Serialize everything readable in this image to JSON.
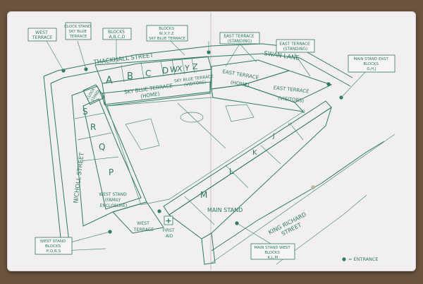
{
  "colors": {
    "ink": "#2f7a66",
    "paper": "#f1efef",
    "background": "#6b5540"
  },
  "callouts": {
    "west_terrace": [
      "WEST",
      "TERRACE"
    ],
    "clock_stand_sky_blue_terrace": [
      "CLOCK STAND",
      "SKY BLUE",
      "TERRACE"
    ],
    "blocks_abcd": [
      "BLOCKS",
      "A,B,C,D"
    ],
    "blocks_wxyz": [
      "BLOCKS",
      "W,X,Y,Z",
      "SKY BLUE TERRACE"
    ],
    "east_terrace_standing_top": [
      "EAST TERRACE",
      "(STANDING)"
    ],
    "east_terrace_standing_right": [
      "EAST TERRACE",
      "(STANDING)"
    ],
    "main_stand_east": [
      "MAIN STAND EAST",
      "BLOCKS",
      "G,H,J"
    ],
    "west_stand_pqrs": [
      "WEST STAND",
      "BLOCKS",
      "P,Q,R,S"
    ],
    "main_stand_west": [
      "MAIN STAND WEST",
      "BLOCKS",
      "K,L,M"
    ]
  },
  "streets": {
    "thackhall": "THACKHALL STREET",
    "swan_lane": "SWAN LANE",
    "nicholl": "NICHOLL STREET",
    "king_richard": [
      "KING RICHARD",
      "STREET"
    ],
    "main_stand": "MAIN STAND"
  },
  "stand_labels": {
    "sky_blue_terrace_home": [
      "SKY BLUE TERRACE",
      "(HOME)"
    ],
    "sky_blue_terrace_visitors": [
      "SKY BLUE TERRACE",
      "(VISITORS)"
    ],
    "east_terrace_home": [
      "EAST TERRACE",
      "(HOME)"
    ],
    "east_terrace_visitors": [
      "EAST TERRACE",
      "(VISITORS)"
    ],
    "clock_stand": [
      "CLOCK",
      "STAND"
    ],
    "west_stand_family": [
      "WEST STAND",
      "(FAMILY",
      "ENCLOSURE)"
    ],
    "west_terrace_corner": [
      "WEST",
      "TERRACE"
    ],
    "first_aid": [
      "FIRST",
      "AID"
    ],
    "first_aid_symbol": "+"
  },
  "blocks": {
    "A": "A",
    "B": "B",
    "C": "C",
    "D": "D",
    "W": "W",
    "X": "X",
    "Y": "Y",
    "Z": "Z",
    "S": "S",
    "R": "R",
    "Q": "Q",
    "P": "P",
    "M": "M",
    "L": "L",
    "K": "K",
    "J": "J",
    "H": "H",
    "G": "G"
  },
  "legend": {
    "entrance": "= ENTRANCE"
  }
}
